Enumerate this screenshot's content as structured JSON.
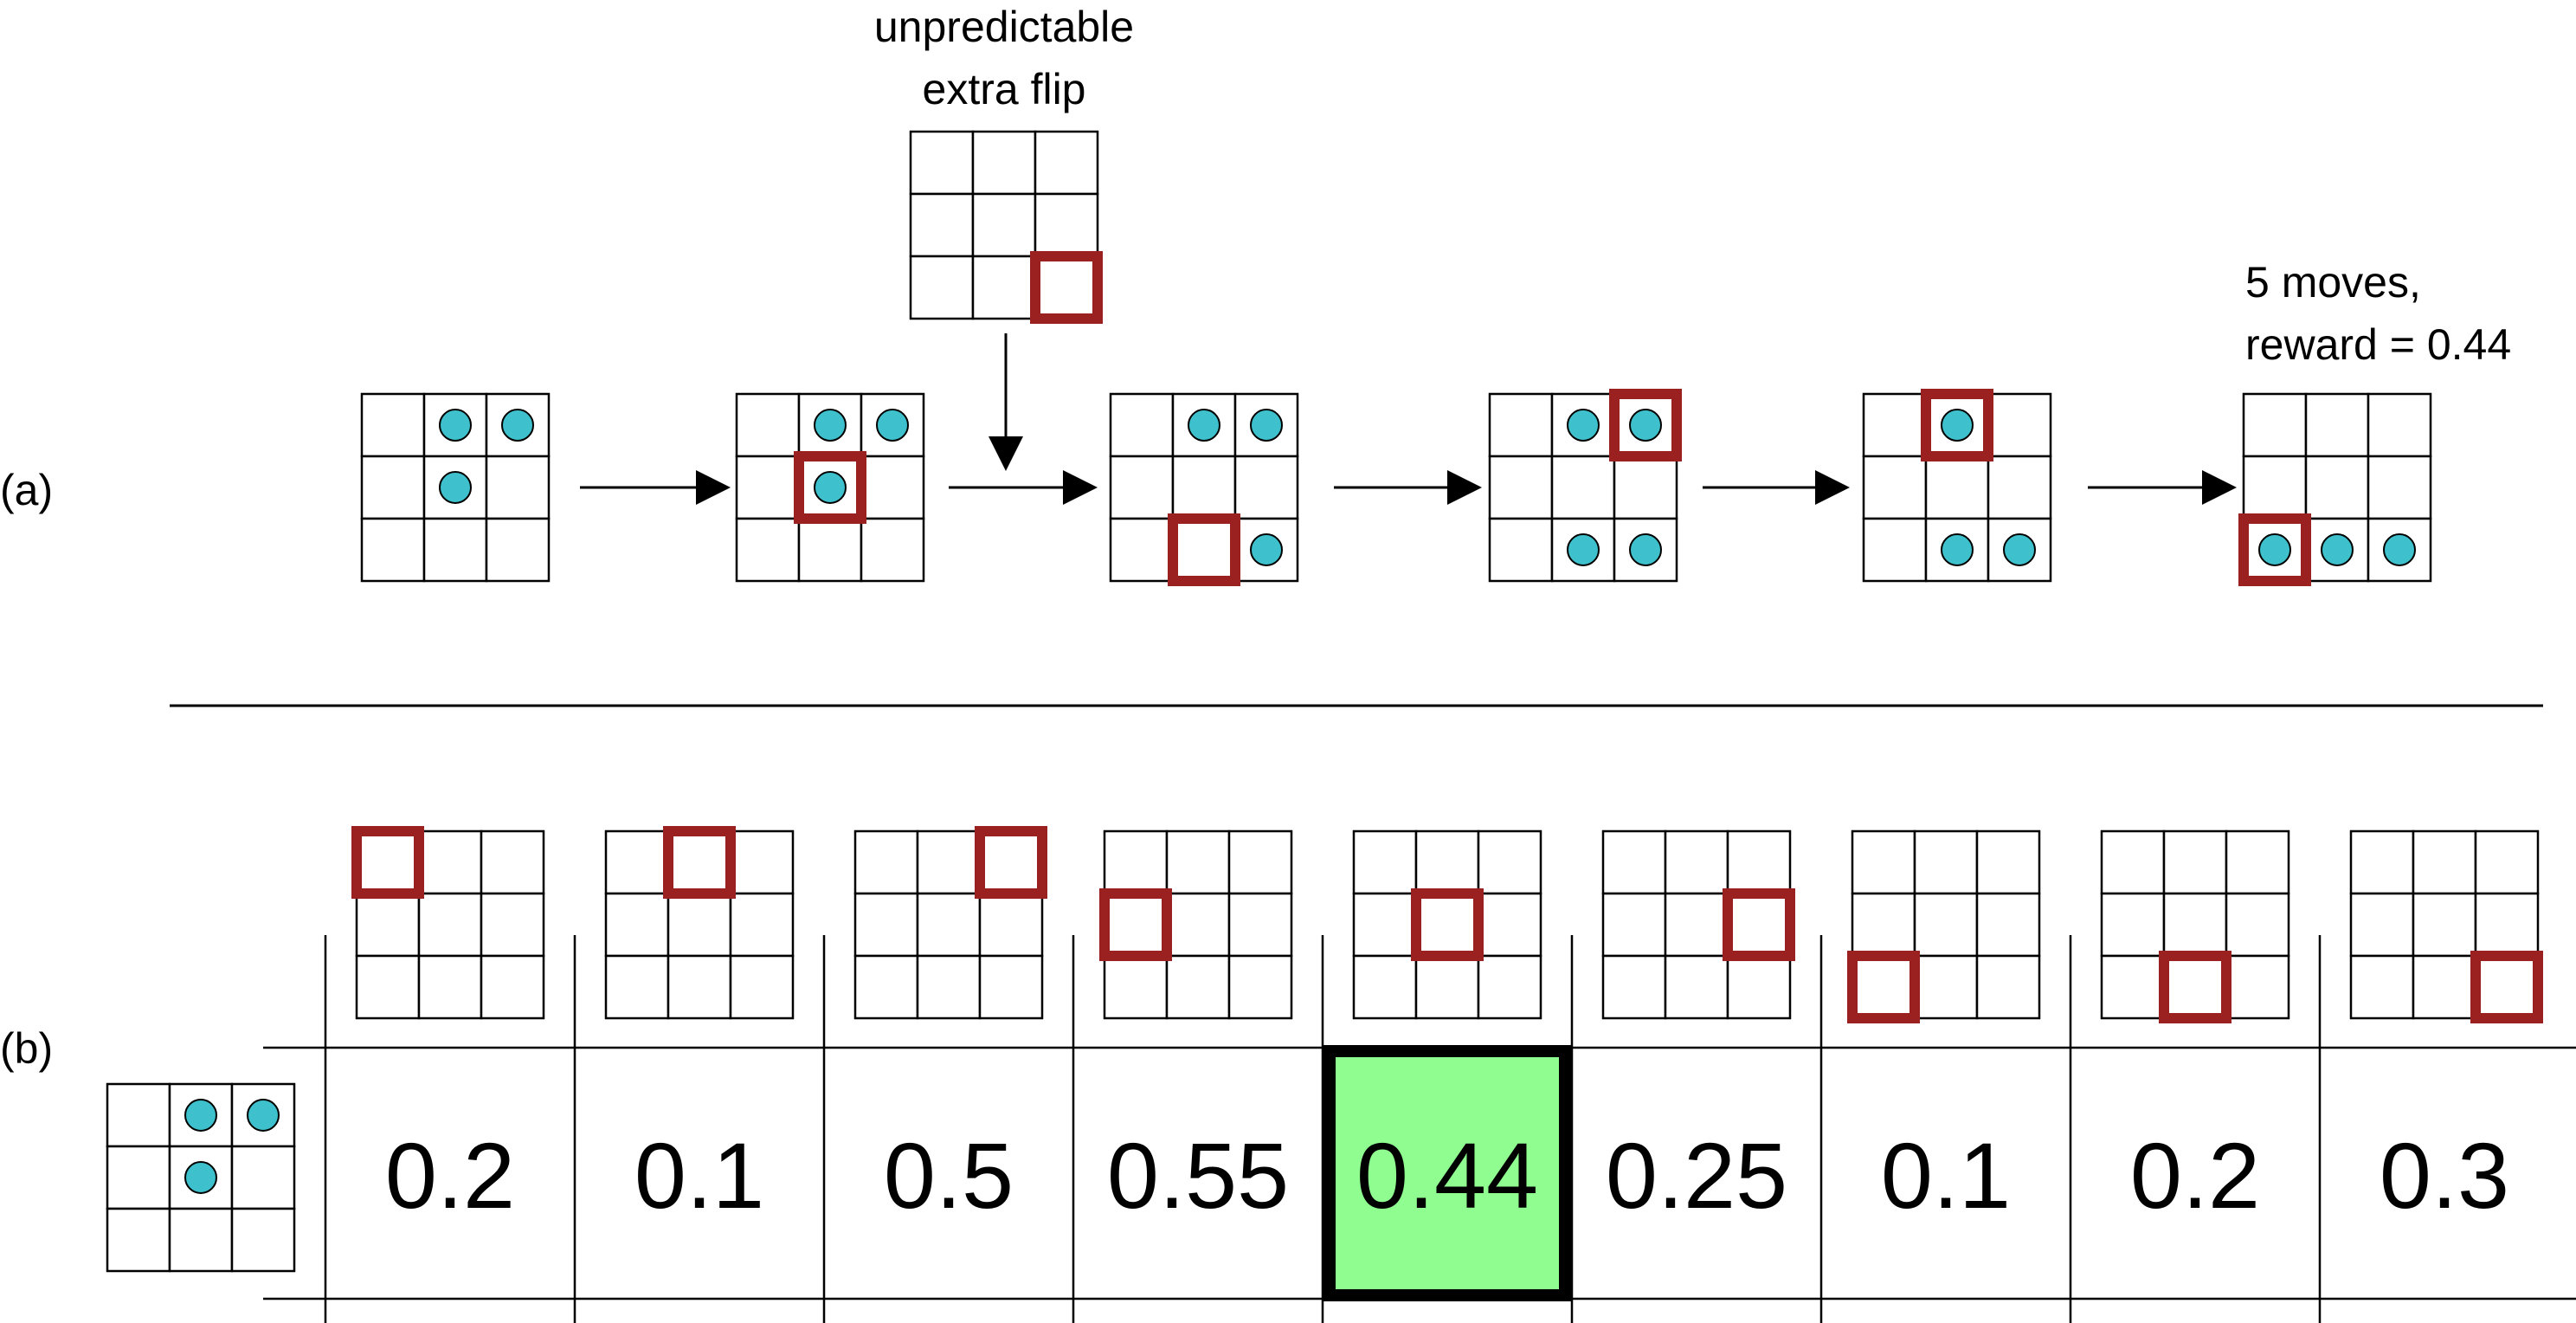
{
  "colors": {
    "dot": "#3ec1cd",
    "highlight": "#9b2020",
    "best": "#8ffd8f",
    "line": "#000000"
  },
  "panel_a": {
    "label": "(a)",
    "extra_flip_label": [
      "unpredictable",
      "extra flip"
    ],
    "extra_flip_cell": [
      2,
      2
    ],
    "result_label": [
      "5 moves,",
      "reward = 0.44"
    ],
    "states": [
      {
        "dots": [
          [
            0,
            1
          ],
          [
            0,
            2
          ],
          [
            1,
            1
          ]
        ],
        "highlight": null
      },
      {
        "dots": [
          [
            0,
            1
          ],
          [
            0,
            2
          ],
          [
            1,
            1
          ]
        ],
        "highlight": [
          1,
          1
        ]
      },
      {
        "dots": [
          [
            0,
            1
          ],
          [
            0,
            2
          ],
          [
            2,
            2
          ]
        ],
        "highlight": [
          2,
          1
        ]
      },
      {
        "dots": [
          [
            0,
            1
          ],
          [
            0,
            2
          ],
          [
            2,
            1
          ],
          [
            2,
            2
          ]
        ],
        "highlight": [
          0,
          2
        ]
      },
      {
        "dots": [
          [
            0,
            1
          ],
          [
            2,
            1
          ],
          [
            2,
            2
          ]
        ],
        "highlight": [
          0,
          1
        ]
      },
      {
        "dots": [
          [
            2,
            0
          ],
          [
            2,
            1
          ],
          [
            2,
            2
          ]
        ],
        "highlight": [
          2,
          0
        ]
      }
    ]
  },
  "panel_b": {
    "label": "(b)",
    "state": {
      "dots": [
        [
          0,
          1
        ],
        [
          0,
          2
        ],
        [
          1,
          1
        ]
      ]
    },
    "selected_index": 4,
    "actions": [
      {
        "cell": [
          0,
          0
        ],
        "value": "0.2"
      },
      {
        "cell": [
          0,
          1
        ],
        "value": "0.1"
      },
      {
        "cell": [
          0,
          2
        ],
        "value": "0.5"
      },
      {
        "cell": [
          1,
          0
        ],
        "value": "0.55"
      },
      {
        "cell": [
          1,
          1
        ],
        "value": "0.44"
      },
      {
        "cell": [
          1,
          2
        ],
        "value": "0.25"
      },
      {
        "cell": [
          2,
          0
        ],
        "value": "0.1"
      },
      {
        "cell": [
          2,
          1
        ],
        "value": "0.2"
      },
      {
        "cell": [
          2,
          2
        ],
        "value": "0.3"
      }
    ]
  }
}
